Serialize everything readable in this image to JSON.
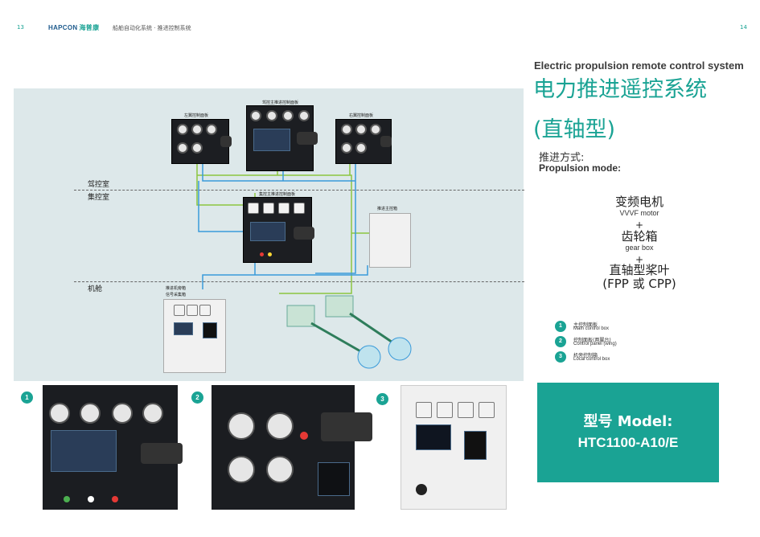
{
  "header": {
    "page_left": "13",
    "page_right": "14",
    "logo_en": "HAPCON",
    "logo_cn": "海普康",
    "breadcrumb": "船舶自动化系统 · 推进控制系统"
  },
  "diagram": {
    "zones": {
      "bridge": "驾控室",
      "ecr": "集控室",
      "engine_room": "机舱"
    },
    "panels": {
      "left_wing": "左翼控制面板",
      "bridge_main": "驾控主推进控制面板",
      "right_wing": "右翼控制面板",
      "ecr_main": "集控主推进控制面板",
      "propulsion_box": "推进主控箱",
      "local_box_line1": "推进机旁箱",
      "local_box_line2": "信号采集箱"
    },
    "cable_colors": {
      "green": "#8cc63f",
      "blue": "#3a9ad9"
    }
  },
  "photos": [
    {
      "num": "1"
    },
    {
      "num": "2"
    },
    {
      "num": "3"
    }
  ],
  "right": {
    "title_en": "Electric propulsion remote control system",
    "title_cn": "电力推进遥控系统",
    "title_sub": "(直轴型)",
    "mode_cn": "推进方式:",
    "mode_en": "Propulsion mode:",
    "modes": [
      {
        "cn": "变频电机",
        "en": "VVVF motor"
      },
      {
        "cn": "齿轮箱",
        "en": "gear box"
      },
      {
        "cn": "直轴型桨叶",
        "en": "(FPP 或 CPP)"
      }
    ],
    "plus": "+",
    "legend": [
      {
        "num": "1",
        "cn": "主控制面板",
        "en": "Main control box"
      },
      {
        "num": "2",
        "cn": "控制面板(两翼台)",
        "en": "Control panel (wing)"
      },
      {
        "num": "3",
        "cn": "机旁控制箱",
        "en": "Local control box"
      }
    ],
    "model_label": "型号 Model:",
    "model_value": "HTC1100-A10/E"
  },
  "accent_color": "#1aa394"
}
